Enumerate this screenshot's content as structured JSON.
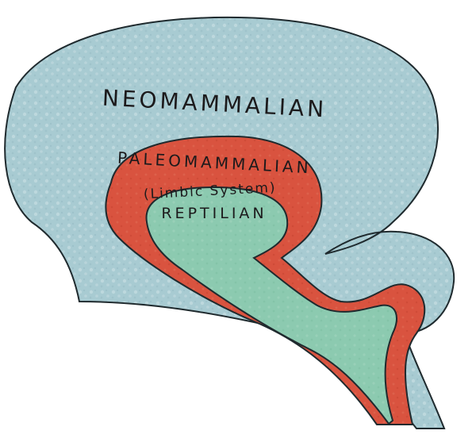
{
  "labels": {
    "neo": "NEOMAMMALIAN",
    "paleo": "PALEOMAMMALIAN",
    "limbic": "(Limbic System)",
    "reptilian": "REPTILIAN"
  },
  "colors": {
    "neomammalian_fill": "#a8cbd2",
    "neomammalian_texture": "#c4dde2",
    "paleomammalian_fill": "#d9533f",
    "reptilian_fill": "#8ccab0",
    "outline": "#1f2a2e",
    "background": "#ffffff"
  }
}
